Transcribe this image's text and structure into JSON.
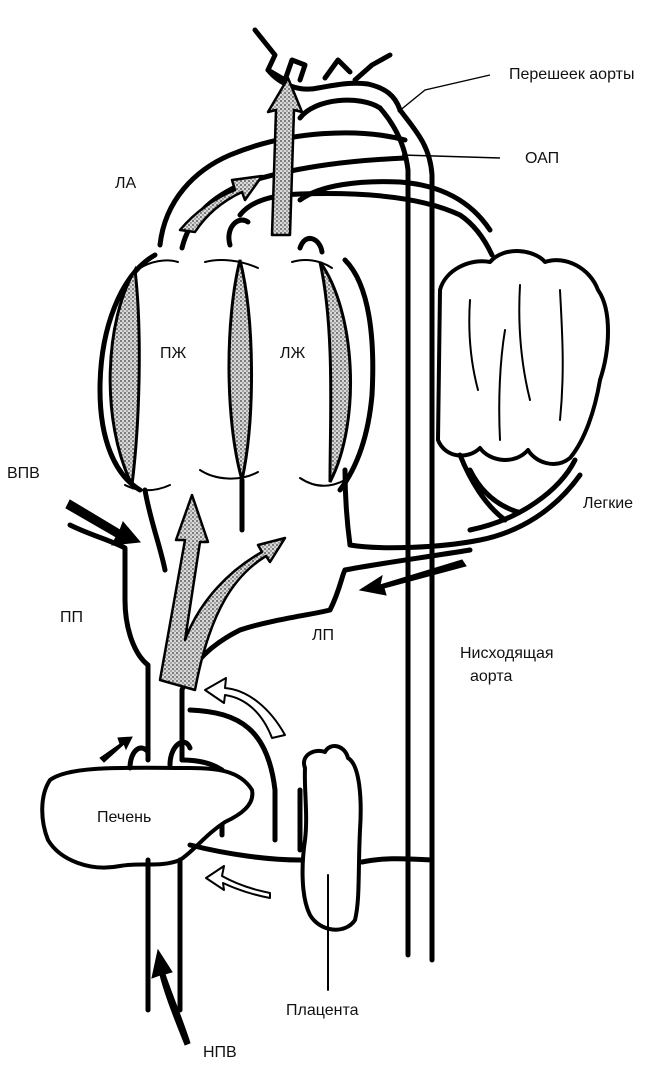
{
  "labels": {
    "isthmus": "Перешеек аорты",
    "duct": "ОАП",
    "pa": "ЛА",
    "rv": "ПЖ",
    "lv": "ЛЖ",
    "svc": "ВПВ",
    "lungs": "Легкие",
    "ra": "ПП",
    "la": "ЛП",
    "desc_aorta_1": "Нисходящая",
    "desc_aorta_2": "аорта",
    "liver": "Печень",
    "placenta": "Плацента",
    "ivc": "НПВ"
  },
  "colors": {
    "line": "#000000",
    "background": "#ffffff",
    "stipple": "#555555"
  }
}
